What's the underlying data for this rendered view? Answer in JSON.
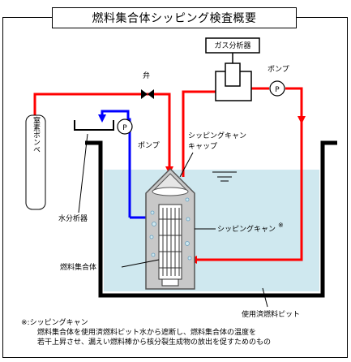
{
  "title": "燃料集合体シッピング検査概要",
  "labels": {
    "gas_analyzer": "ガス分析器",
    "valve": "弁",
    "pump_top": "ポンプ",
    "pump_left": "ポンプ",
    "pump_symbol_1": "P",
    "pump_symbol_2": "P",
    "nitrogen_cylinder": "窒素ボンベ",
    "water_analyzer": "水分析器",
    "sipping_can_cap_line1": "シッピングキャン",
    "sipping_can_cap_line2": "キャップ",
    "sipping_can": "シッピングキャン",
    "sipping_can_mark": "※",
    "fuel_assembly": "燃料集合体",
    "spent_fuel_pit": "使用済燃料ピット"
  },
  "note": {
    "heading": "※:シッピングキャン",
    "line1": "燃料集合体を使用済燃料ピット水から遮断し、燃料集合体の温度を",
    "line2": "若干上昇させ、漏えい燃料棒から核分裂生成物の放出を促すためのもの"
  },
  "colors": {
    "red_line": "#ff0000",
    "blue_line": "#0000ff",
    "water": "#cfe8ef",
    "can_fill": "#c8c8c8"
  }
}
